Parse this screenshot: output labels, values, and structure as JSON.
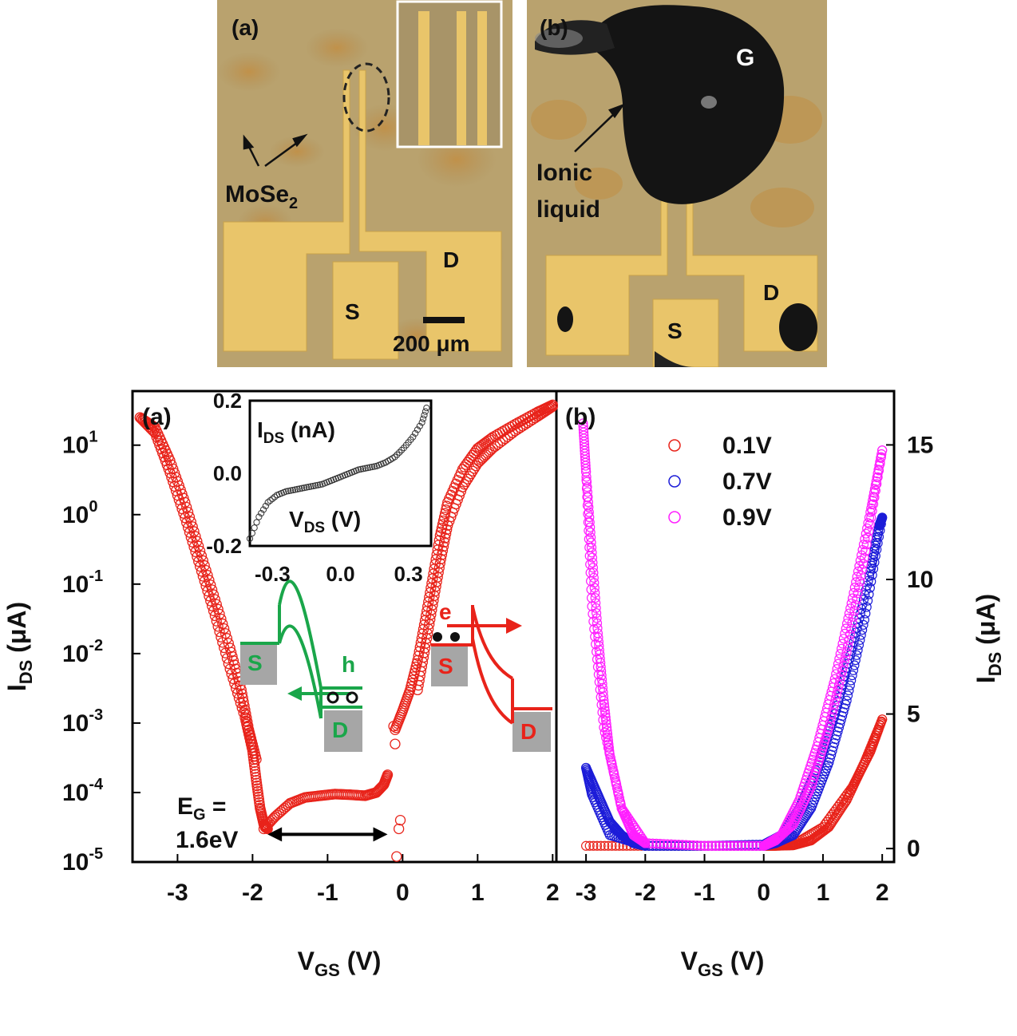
{
  "photos": {
    "a": {
      "panel_label": "(a)",
      "material_label": "MoSe",
      "material_subscript": "2",
      "source_label": "S",
      "drain_label": "D",
      "scale_bar_label": "200 μm"
    },
    "b": {
      "panel_label": "(b)",
      "gate_label": "G",
      "ionic_label_line1": "Ionic",
      "ionic_label_line2": "liquid",
      "source_label": "S",
      "drain_label": "D"
    }
  },
  "chart_data": [
    {
      "type": "scatter",
      "panel_label": "(a)",
      "xlabel_main": "V",
      "xlabel_sub": "GS",
      "xlabel_unit": " (V)",
      "ylabel_main": "I",
      "ylabel_sub": "DS",
      "ylabel_unit": " (μA)",
      "xlim": [
        -3.6,
        2.05
      ],
      "ylim": [
        1e-05,
        60
      ],
      "yscale": "log",
      "xticks": [
        -3,
        -2,
        -1,
        0,
        1,
        2
      ],
      "yticks": [
        {
          "base": "10",
          "exp": "1",
          "value": 10
        },
        {
          "base": "10",
          "exp": "0",
          "value": 1
        },
        {
          "base": "10",
          "exp": "-1",
          "value": 0.1
        },
        {
          "base": "10",
          "exp": "-2",
          "value": 0.01
        },
        {
          "base": "10",
          "exp": "-3",
          "value": 0.001
        },
        {
          "base": "10",
          "exp": "-4",
          "value": 0.0001
        },
        {
          "base": "10",
          "exp": "-5",
          "value": 1e-05
        }
      ],
      "marker_color": "#e8231a",
      "forward_sweep": {
        "x": [
          -3.5,
          -3.3,
          -3.1,
          -2.9,
          -2.7,
          -2.5,
          -2.3,
          -2.1,
          -2.0,
          -1.95,
          -1.9,
          -1.85,
          -1.8
        ],
        "y": [
          25,
          15,
          4,
          0.9,
          0.18,
          0.035,
          0.006,
          0.0012,
          0.0004,
          0.00015,
          6e-05,
          3.5e-05,
          3e-05
        ]
      },
      "reverse_sweep": {
        "x": [
          -3.5,
          -3.3,
          -3.1,
          -2.9,
          -2.7,
          -2.5,
          -2.3,
          -2.15,
          -2.05,
          -1.95
        ],
        "y": [
          25,
          18,
          6,
          1.5,
          0.3,
          0.06,
          0.012,
          0.003,
          0.0008,
          0.0003
        ]
      },
      "plateau": {
        "x": [
          -1.85,
          -1.7,
          -1.5,
          -1.3,
          -1.1,
          -0.9,
          -0.7,
          -0.5,
          -0.35,
          -0.25,
          -0.2
        ],
        "y": [
          3e-05,
          4.5e-05,
          7e-05,
          8.5e-05,
          9e-05,
          9.5e-05,
          9.3e-05,
          9e-05,
          0.0001,
          0.00013,
          0.00018
        ]
      },
      "scatter_points": {
        "x": [
          -0.08,
          -0.05,
          -0.03,
          -0.12,
          -0.1
        ],
        "y": [
          1.2e-05,
          3e-05,
          4e-05,
          0.0009,
          0.0005
        ]
      },
      "n_branch_forward": {
        "x": [
          -0.1,
          0.0,
          0.1,
          0.2,
          0.3,
          0.4,
          0.5,
          0.6,
          0.8,
          1.0,
          1.2,
          1.5,
          1.8,
          2.0
        ],
        "y": [
          0.0008,
          0.0015,
          0.003,
          0.008,
          0.03,
          0.12,
          0.5,
          1.5,
          4.5,
          9,
          13,
          20,
          30,
          38
        ]
      },
      "n_branch_reverse": {
        "x": [
          0.2,
          0.3,
          0.4,
          0.5,
          0.6,
          0.8,
          1.0,
          1.2,
          1.5,
          1.8,
          2.0
        ],
        "y": [
          0.003,
          0.012,
          0.05,
          0.2,
          0.7,
          2.5,
          5.5,
          9,
          16,
          26,
          36
        ]
      },
      "annotation_eg_line1_main": "E",
      "annotation_eg_line1_sub": "G",
      "annotation_eg_line1_tail": " =",
      "annotation_eg_line2": "1.6eV",
      "eg_arrow_x": [
        -1.8,
        -0.2
      ],
      "eg_arrow_y": 2.5e-05,
      "band_left": {
        "source": "S",
        "drain": "D",
        "carrier": "h",
        "color": "#1aa64a"
      },
      "band_right": {
        "source": "S",
        "drain": "D",
        "carrier": "e",
        "color": "#e8231a"
      },
      "inset": {
        "type": "scatter",
        "ylabel_main": "I",
        "ylabel_sub": "DS",
        "ylabel_unit": " (nA)",
        "xlabel_main": "V",
        "xlabel_sub": "DS",
        "xlabel_unit": " (V)",
        "xlim": [
          -0.4,
          0.4
        ],
        "ylim": [
          -0.2,
          0.2
        ],
        "xticks": [
          -0.3,
          0.0,
          0.3
        ],
        "xtick_labels": [
          "-0.3",
          "0.0",
          "0.3"
        ],
        "yticks": [
          0.2,
          0.0,
          -0.2
        ],
        "ytick_labels": [
          "0.2",
          "0.0",
          "-0.2"
        ],
        "x": [
          -0.4,
          -0.36,
          -0.32,
          -0.28,
          -0.24,
          -0.2,
          -0.16,
          -0.12,
          -0.08,
          -0.04,
          0.0,
          0.04,
          0.08,
          0.12,
          0.16,
          0.2,
          0.24,
          0.28,
          0.32,
          0.36,
          0.38
        ],
        "y": [
          -0.18,
          -0.12,
          -0.08,
          -0.06,
          -0.05,
          -0.045,
          -0.04,
          -0.035,
          -0.03,
          -0.02,
          -0.01,
          0.0,
          0.01,
          0.015,
          0.02,
          0.03,
          0.045,
          0.07,
          0.1,
          0.14,
          0.18
        ],
        "marker_color": "#333333"
      }
    },
    {
      "type": "scatter",
      "panel_label": "(b)",
      "xlabel_main": "V",
      "xlabel_sub": "GS",
      "xlabel_unit": " (V)",
      "ylabel_main": "I",
      "ylabel_sub": "DS",
      "ylabel_unit": " (μA)",
      "xlim": [
        -3.5,
        2.2
      ],
      "ylim": [
        -0.5,
        17
      ],
      "yscale": "linear",
      "xticks": [
        -3,
        -2,
        -1,
        0,
        1,
        2
      ],
      "yticks": [
        0,
        5,
        10,
        15
      ],
      "series": [
        {
          "name": "0.1V",
          "color": "#e8231a",
          "forward": {
            "x": [
              -3.0,
              -2.0,
              -1.0,
              0.0,
              0.5,
              1.0,
              1.5,
              1.8,
              2.0
            ],
            "y": [
              0.1,
              0.1,
              0.1,
              0.1,
              0.15,
              0.8,
              2.3,
              3.6,
              4.8
            ]
          },
          "reverse": {
            "x": [
              2.0,
              1.7,
              1.4,
              1.1,
              0.8,
              0.5,
              0.2,
              0.0
            ],
            "y": [
              4.8,
              3.2,
              1.8,
              0.8,
              0.3,
              0.12,
              0.1,
              0.1
            ]
          }
        },
        {
          "name": "0.7V",
          "color": "#1c1cd8",
          "forward": {
            "x": [
              -3.0,
              -2.8,
              -2.6,
              -2.4,
              -2.2,
              -2.0,
              -1.0,
              0.0,
              0.3,
              0.6,
              0.9,
              1.2,
              1.5,
              1.8,
              1.95,
              2.0
            ],
            "y": [
              3.0,
              2.0,
              1.0,
              0.5,
              0.2,
              0.1,
              0.1,
              0.15,
              0.5,
              1.5,
              3.0,
              5.0,
              7.5,
              10.3,
              12.0,
              12.3
            ]
          },
          "reverse": {
            "x": [
              2.0,
              1.7,
              1.4,
              1.1,
              0.8,
              0.5,
              0.2,
              0.0,
              -1.0,
              -2.0,
              -2.6,
              -2.9,
              -3.0
            ],
            "y": [
              12.3,
              8.5,
              5.5,
              3.2,
              1.5,
              0.5,
              0.2,
              0.1,
              0.1,
              0.1,
              0.5,
              2.0,
              3.0
            ]
          }
        },
        {
          "name": "0.9V",
          "color": "#ff1fff",
          "forward": {
            "x": [
              -3.05,
              -3.0,
              -2.9,
              -2.8,
              -2.7,
              -2.6,
              -2.4,
              -2.2,
              -2.0,
              -1.0,
              0.0,
              0.3,
              0.6,
              0.9,
              1.2,
              1.5,
              1.8,
              2.0
            ],
            "y": [
              15.8,
              14.0,
              11.0,
              8.0,
              5.5,
              3.5,
              1.5,
              0.5,
              0.2,
              0.1,
              0.1,
              0.5,
              1.8,
              3.8,
              6.3,
              9.3,
              12.5,
              14.8
            ]
          },
          "reverse": {
            "x": [
              2.0,
              1.7,
              1.4,
              1.1,
              0.8,
              0.5,
              0.2,
              0.0,
              -1.0,
              -2.0,
              -2.4,
              -2.7,
              -2.9,
              -3.0
            ],
            "y": [
              14.8,
              10.8,
              7.3,
              4.5,
              2.3,
              0.9,
              0.3,
              0.1,
              0.1,
              0.2,
              1.5,
              4.5,
              9.0,
              14.0
            ]
          }
        }
      ]
    }
  ]
}
